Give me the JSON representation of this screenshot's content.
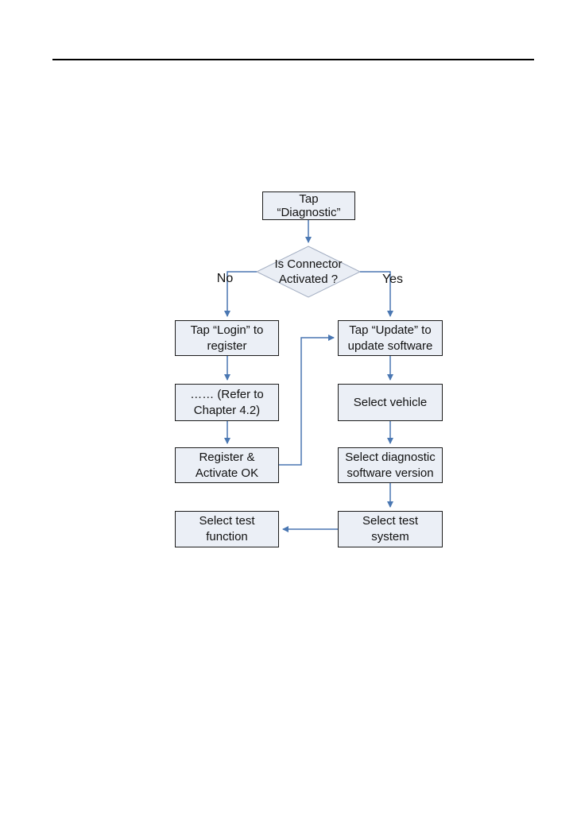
{
  "document": {
    "type": "manual-page-with-flowchart",
    "header_rule_visible": true
  },
  "flowchart": {
    "colors": {
      "box_fill": "#ebeff6",
      "box_border": "#1c1c1c",
      "diamond_fill": "#eaeef5",
      "diamond_border": "#a3aec2",
      "connector": "#4a77b2",
      "text": "#111111"
    },
    "nodes": {
      "start": {
        "label": "Tap\n“Diagnostic”"
      },
      "decision": {
        "label": "Is Connector\nActivated ?"
      },
      "login": {
        "label": "Tap “Login” to\nregister"
      },
      "refer": {
        "label": "…… (Refer to\nChapter 4.2)"
      },
      "register_ok": {
        "label": "Register &\nActivate OK"
      },
      "test_function": {
        "label": "Select test\nfunction"
      },
      "update": {
        "label": "Tap “Update” to\nupdate software"
      },
      "select_vehicle": {
        "label": "Select vehicle"
      },
      "select_version": {
        "label": "Select diagnostic\nsoftware version"
      },
      "test_system": {
        "label": "Select test\nsystem"
      }
    },
    "branches": {
      "no_label": "No",
      "yes_label": "Yes"
    }
  }
}
